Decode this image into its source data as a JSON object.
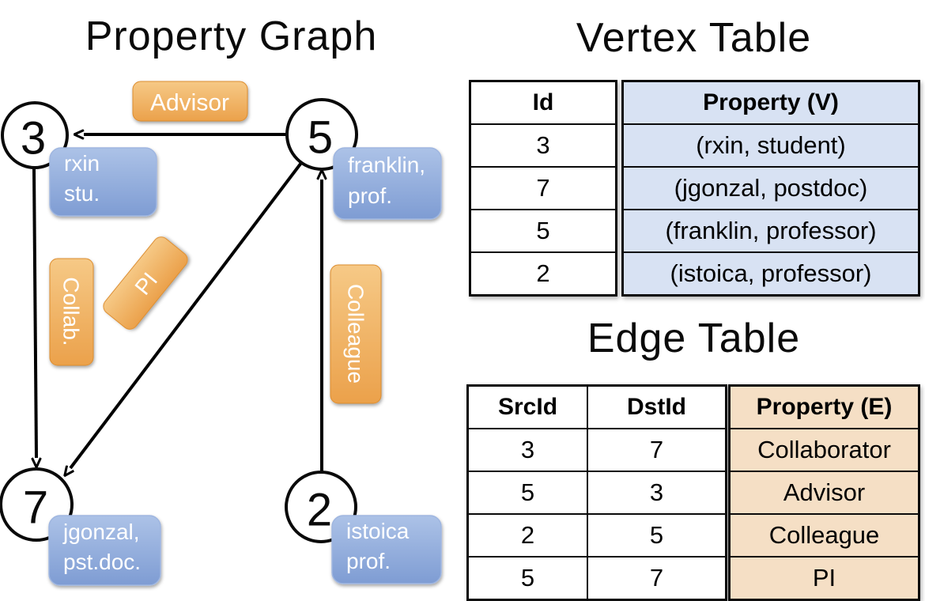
{
  "left_panel": {
    "title": "Property Graph",
    "nodes": [
      {
        "id": "3"
      },
      {
        "id": "5"
      },
      {
        "id": "7"
      },
      {
        "id": "2"
      }
    ],
    "vertex_labels": [
      {
        "line1": "rxin",
        "line2": "stu."
      },
      {
        "line1": "franklin,",
        "line2": "prof."
      },
      {
        "line1": "jgonzal,",
        "line2": "pst.doc."
      },
      {
        "line1": "istoica",
        "line2": "prof."
      }
    ],
    "edge_labels": [
      {
        "label": "Advisor"
      },
      {
        "label": "Collab."
      },
      {
        "label": "PI"
      },
      {
        "label": "Colleague"
      }
    ]
  },
  "vertex_table": {
    "title": "Vertex Table",
    "headers": {
      "id": "Id",
      "property": "Property (V)"
    },
    "rows": [
      {
        "id": "3",
        "property": "(rxin, student)"
      },
      {
        "id": "7",
        "property": "(jgonzal, postdoc)"
      },
      {
        "id": "5",
        "property": "(franklin, professor)"
      },
      {
        "id": "2",
        "property": "(istoica, professor)"
      }
    ]
  },
  "edge_table": {
    "title": "Edge Table",
    "headers": {
      "src": "SrcId",
      "dst": "DstId",
      "property": "Property (E)"
    },
    "rows": [
      {
        "src": "3",
        "dst": "7",
        "property": "Collaborator"
      },
      {
        "src": "5",
        "dst": "3",
        "property": "Advisor"
      },
      {
        "src": "2",
        "dst": "5",
        "property": "Colleague"
      },
      {
        "src": "5",
        "dst": "7",
        "property": "PI"
      }
    ]
  },
  "colors": {
    "edge_label_orange_top": "#F6C986",
    "edge_label_orange_bottom": "#EBA14B",
    "vertex_label_blue_top": "#ACC2E7",
    "vertex_label_blue_bottom": "#7E9CD3",
    "vertex_property_cell": "#D8E2F3",
    "edge_property_cell": "#F5DFC5",
    "line_color": "#000000"
  }
}
